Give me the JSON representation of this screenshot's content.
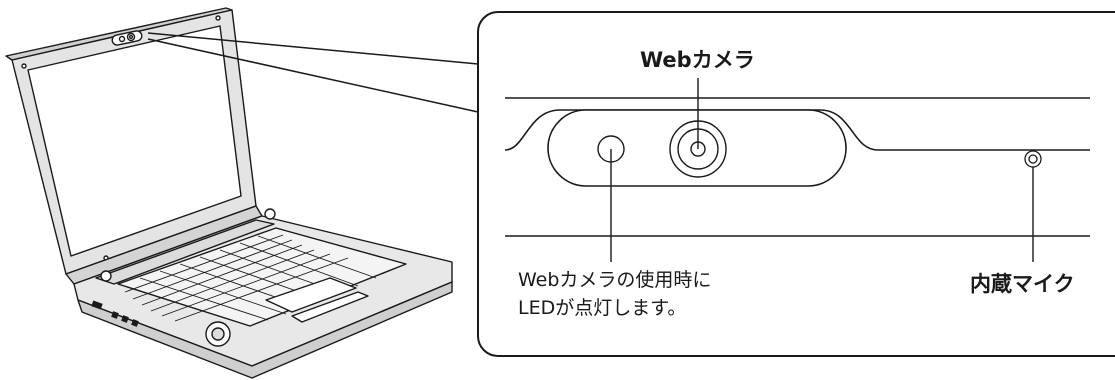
{
  "diagram": {
    "labels": {
      "webcam": "Webカメラ",
      "led_line1": "Webカメラの使用時に",
      "led_line2": "LEDが点灯します。",
      "mic": "内蔵マイク"
    },
    "colors": {
      "line": "#1a1a1a",
      "background": "#ffffff",
      "laptop_body": "#e2e2e2",
      "screen": "#ffffff"
    }
  }
}
